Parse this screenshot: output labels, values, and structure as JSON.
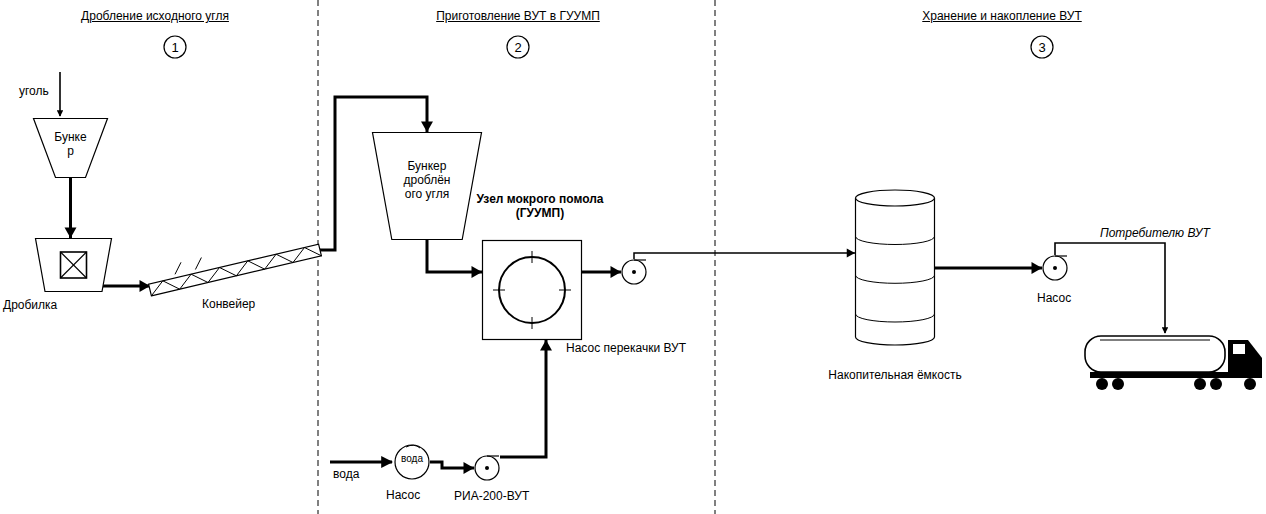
{
  "diagram": {
    "nodes": [
      {
        "text": [
          "1"
        ]
      },
      {
        "text": [
          "2"
        ]
      },
      {
        "text": [
          "3"
        ]
      },
      {
        "text": [
          "Бунке р"
        ]
      },
      {
        "text": [
          "Дробилка"
        ]
      },
      {
        "text": [
          "Конвейер"
        ]
      },
      {
        "text": [
          "Бункер дроблён ого угля"
        ]
      },
      {
        "text": [
          "Узел мокрого помола (ГУУМП)"
        ]
      },
      {
        "text": [
          "Насос перекачки ВУТ"
        ]
      },
      {
        "text": [
          "Накопительная ёмкость"
        ]
      },
      {
        "text": [
          "Насос"
        ]
      },
      {
        "text": [
          "вода",
          "Насос"
        ]
      },
      {
        "text": [
          "РИА-200-ВУТ"
        ]
      }
    ],
    "edges": [
      {
        "from": 3,
        "to": 4,
        "arrow": "to"
      },
      {
        "from": 4,
        "to": 5,
        "arrow": "to"
      },
      {
        "from": 5,
        "to": 6,
        "arrow": "to"
      },
      {
        "from": 6,
        "to": 7,
        "arrow": "to"
      },
      {
        "from": 11,
        "to": 12,
        "arrow": "to"
      },
      {
        "from": 12,
        "to": 7,
        "arrow": "to"
      },
      {
        "from": 7,
        "to": 8,
        "arrow": "to"
      },
      {
        "from": 8,
        "to": 9,
        "arrow": "to"
      },
      {
        "from": 9,
        "to": 10,
        "arrow": "to"
      }
    ],
    "labels": [
      "Дробление исходного угля",
      "Приготовление ВУТ в ГУУМП",
      "Хранение и накопление ВУТ",
      "уголь",
      "вода",
      "Потребителю ВУТ"
    ]
  }
}
